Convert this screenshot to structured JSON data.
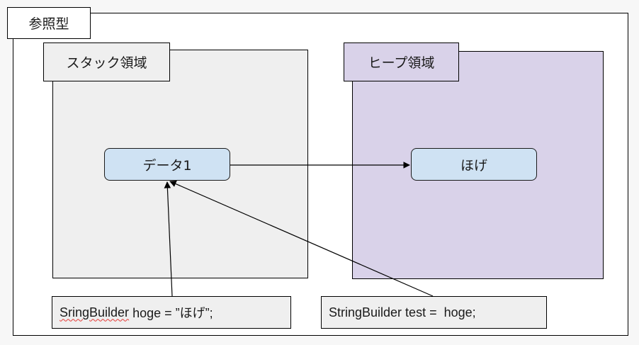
{
  "title": "参照型",
  "stack": {
    "label": "スタック領域",
    "node": "データ1"
  },
  "heap": {
    "label": "ヒープ領域",
    "node": "ほげ"
  },
  "code": {
    "line1_word": "SringBuilder",
    "line1_rest": " hoge = ”ほげ”;",
    "line2": "StringBuilder test =  hoge;"
  },
  "colors": {
    "stack_fill": "#efefef",
    "heap_fill": "#d9d2e9",
    "node_fill": "#cfe2f3",
    "spellcheck": "#e53935"
  }
}
